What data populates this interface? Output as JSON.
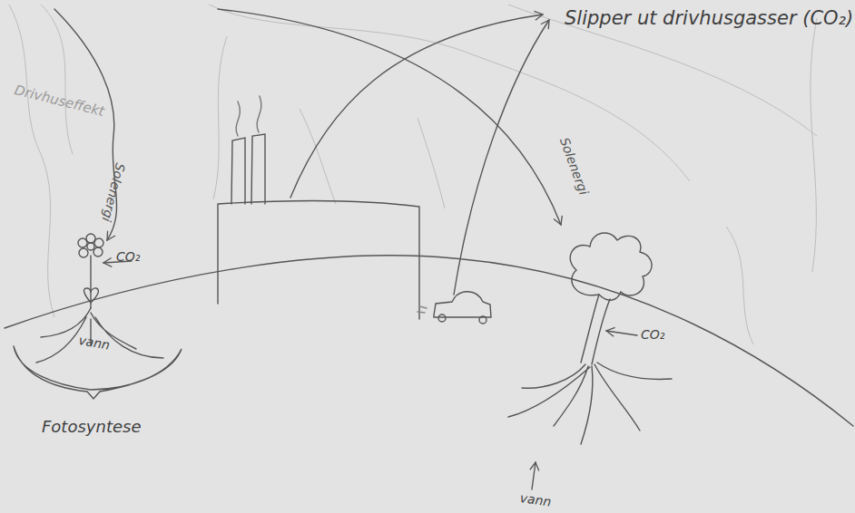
{
  "diagram": {
    "labels": [
      "Slipper ut drivhusgasser (CO₂)",
      "Drivhuseffekt",
      "Solenergi",
      "CO₂",
      "vann",
      "Fotosyntese",
      "Solenergi",
      "CO₂",
      "vann"
    ]
  }
}
